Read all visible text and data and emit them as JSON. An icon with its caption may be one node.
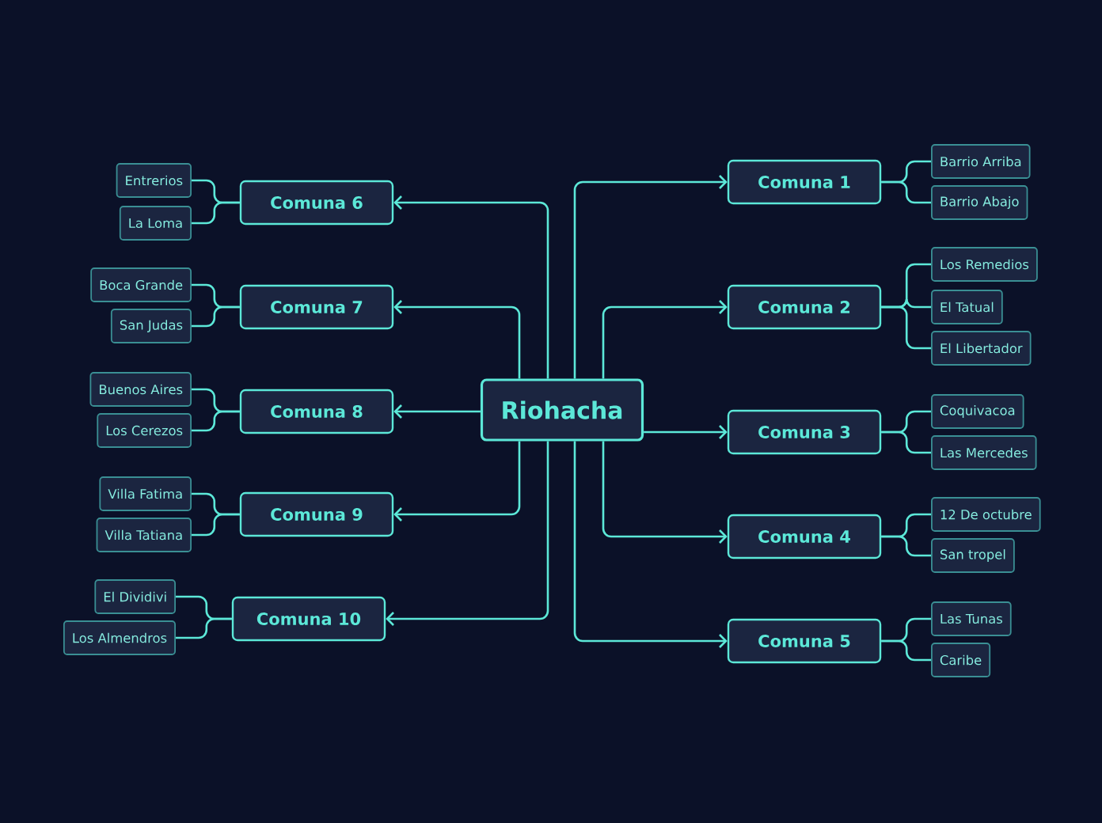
{
  "diagram": {
    "nodes": [
      {
        "text": [
          "Riohacha"
        ]
      },
      {
        "text": [
          "Comuna 1"
        ]
      },
      {
        "text": [
          "Barrio Arriba"
        ]
      },
      {
        "text": [
          "Barrio Abajo"
        ]
      },
      {
        "text": [
          "Comuna 2"
        ]
      },
      {
        "text": [
          "Los Remedios"
        ]
      },
      {
        "text": [
          "El Tatual"
        ]
      },
      {
        "text": [
          "El Libertador"
        ]
      },
      {
        "text": [
          "Comuna 3"
        ]
      },
      {
        "text": [
          "Coquivacoa"
        ]
      },
      {
        "text": [
          "Las Mercedes"
        ]
      },
      {
        "text": [
          "Comuna 4"
        ]
      },
      {
        "text": [
          "12 De octubre"
        ]
      },
      {
        "text": [
          "San tropel"
        ]
      },
      {
        "text": [
          "Comuna 5"
        ]
      },
      {
        "text": [
          "Las Tunas"
        ]
      },
      {
        "text": [
          "Caribe"
        ]
      },
      {
        "text": [
          "Comuna 6"
        ]
      },
      {
        "text": [
          "Entrerios"
        ]
      },
      {
        "text": [
          "La Loma"
        ]
      },
      {
        "text": [
          "Comuna 7"
        ]
      },
      {
        "text": [
          "Boca Grande"
        ]
      },
      {
        "text": [
          "San Judas"
        ]
      },
      {
        "text": [
          "Comuna 8"
        ]
      },
      {
        "text": [
          "Buenos Aires"
        ]
      },
      {
        "text": [
          "Los Cerezos"
        ]
      },
      {
        "text": [
          "Comuna 9"
        ]
      },
      {
        "text": [
          "Villa Fatima"
        ]
      },
      {
        "text": [
          "Villa Tatiana"
        ]
      },
      {
        "text": [
          "Comuna 10"
        ]
      },
      {
        "text": [
          "El Dividivi"
        ]
      },
      {
        "text": [
          "Los Almendros"
        ]
      }
    ],
    "edges": [
      {
        "from": 0,
        "to": 1,
        "arrow": "to"
      },
      {
        "from": 0,
        "to": 4,
        "arrow": "to"
      },
      {
        "from": 0,
        "to": 8,
        "arrow": "to"
      },
      {
        "from": 0,
        "to": 11,
        "arrow": "to"
      },
      {
        "from": 0,
        "to": 14,
        "arrow": "to"
      },
      {
        "from": 0,
        "to": 17,
        "arrow": "to"
      },
      {
        "from": 0,
        "to": 20,
        "arrow": "to"
      },
      {
        "from": 0,
        "to": 23,
        "arrow": "to"
      },
      {
        "from": 0,
        "to": 26,
        "arrow": "to"
      },
      {
        "from": 0,
        "to": 29,
        "arrow": "to"
      },
      {
        "from": 1,
        "to": 2,
        "arrow": "none"
      },
      {
        "from": 1,
        "to": 3,
        "arrow": "none"
      },
      {
        "from": 4,
        "to": 5,
        "arrow": "none"
      },
      {
        "from": 4,
        "to": 6,
        "arrow": "none"
      },
      {
        "from": 4,
        "to": 7,
        "arrow": "none"
      },
      {
        "from": 8,
        "to": 9,
        "arrow": "none"
      },
      {
        "from": 8,
        "to": 10,
        "arrow": "none"
      },
      {
        "from": 11,
        "to": 12,
        "arrow": "none"
      },
      {
        "from": 11,
        "to": 13,
        "arrow": "none"
      },
      {
        "from": 14,
        "to": 15,
        "arrow": "none"
      },
      {
        "from": 14,
        "to": 16,
        "arrow": "none"
      },
      {
        "from": 17,
        "to": 18,
        "arrow": "none"
      },
      {
        "from": 17,
        "to": 19,
        "arrow": "none"
      },
      {
        "from": 20,
        "to": 21,
        "arrow": "none"
      },
      {
        "from": 20,
        "to": 22,
        "arrow": "none"
      },
      {
        "from": 23,
        "to": 24,
        "arrow": "none"
      },
      {
        "from": 23,
        "to": 25,
        "arrow": "none"
      },
      {
        "from": 26,
        "to": 27,
        "arrow": "none"
      },
      {
        "from": 26,
        "to": 28,
        "arrow": "none"
      },
      {
        "from": 29,
        "to": 30,
        "arrow": "none"
      },
      {
        "from": 29,
        "to": 31,
        "arrow": "none"
      }
    ]
  }
}
